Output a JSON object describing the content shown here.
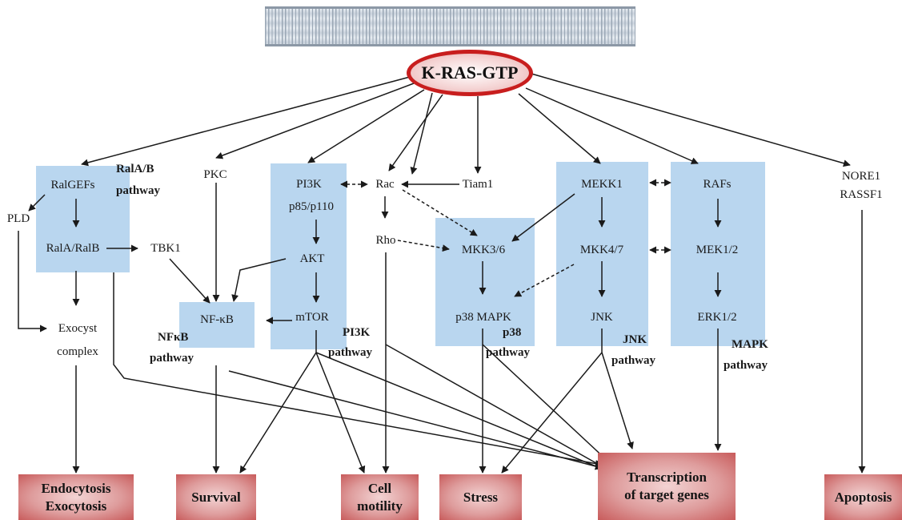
{
  "hub": "K-RAS-GTP",
  "nodes": {
    "ralgefs": "RalGEFs",
    "pld": "PLD",
    "ralab": "RalA/RalB",
    "tbk1": "TBK1",
    "exocyst_1": "Exocyst",
    "exocyst_2": "complex",
    "pkc": "PKC",
    "nfkb": "NF-κB",
    "pi3k": "PI3K",
    "p85": "p85/p110",
    "akt": "AKT",
    "mtor": "mTOR",
    "rac": "Rac",
    "rho": "Rho",
    "tiam1": "Tiam1",
    "mkk36": "MKK3/6",
    "p38mapk": "p38 MAPK",
    "mekk1": "MEKK1",
    "mkk47": "MKK4/7",
    "jnk": "JNK",
    "rafs": "RAFs",
    "mek12": "MEK1/2",
    "erk12": "ERK1/2",
    "nore1": "NORE1",
    "rassf1": "RASSF1"
  },
  "pathways": {
    "ralab_1": "RalA/B",
    "ralab_2": "pathway",
    "nfkb_1": "NFκB",
    "nfkb_2": "pathway",
    "pi3k_1": "PI3K",
    "pi3k_2": "pathway",
    "p38_1": "p38",
    "p38_2": "pathway",
    "jnk_1": "JNK",
    "jnk_2": "pathway",
    "mapk_1": "MAPK",
    "mapk_2": "pathway"
  },
  "outcomes": {
    "endo_1": "Endocytosis",
    "endo_2": "Exocytosis",
    "survival": "Survival",
    "motility_1": "Cell",
    "motility_2": "motility",
    "stress": "Stress",
    "transcription_1": "Transcription",
    "transcription_2": "of target genes",
    "apoptosis": "Apoptosis"
  },
  "colors": {
    "pathway_box": "#b9d6ef",
    "hub_border": "#c81e1e",
    "outcome_box": "#de9c9c",
    "membrane": "#9aa7b5"
  }
}
